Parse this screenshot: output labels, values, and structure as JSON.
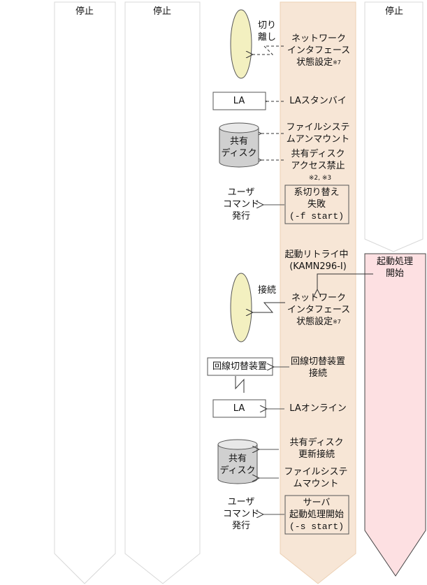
{
  "columns": {
    "col1_label": "停止",
    "col2_label": "停止",
    "col4_label": "停止",
    "pink_label": "起動処理\n開始"
  },
  "colors": {
    "orange_band": "#f7e6d6",
    "pink_band": "#fde0e2",
    "ellipse": "#f3f0c0"
  },
  "upper": {
    "ellipse_label": "切り\n離し",
    "nic_state": "ネットワーク\nインタフェース\n状態設定",
    "nic_note": "※7",
    "la_box": "LA",
    "la_standby": "LAスタンバイ",
    "disk_label": "共有\nディスク",
    "fs_unmount": "ファイルシステ\nムアンマウント",
    "disk_access_deny": "共有ディスク\nアクセス禁止",
    "disk_note": "※2, ※3",
    "user_cmd": "ユーザ\nコマンド\n発行",
    "failover_fail": "系切り替え\n失敗",
    "failover_cmd": "(-f start)"
  },
  "lower": {
    "retry": "起動リトライ中",
    "retry_code": "(KAMN296-I)",
    "connect_label": "接続",
    "nic_state": "ネットワーク\nインタフェース\n状態設定",
    "nic_note": "※7",
    "switch_box": "回線切替装置",
    "switch_connect": "回線切替装置\n接続",
    "la_box": "LA",
    "la_online": "LAオンライン",
    "disk_update": "共有ディスク\n更新接続",
    "disk_label": "共有\nディスク",
    "fs_mount": "ファイルシステ\nムマウント",
    "user_cmd": "ユーザ\nコマンド\n発行",
    "server_start": "サーバ\n起動処理開始",
    "server_cmd": "(-s start)"
  }
}
